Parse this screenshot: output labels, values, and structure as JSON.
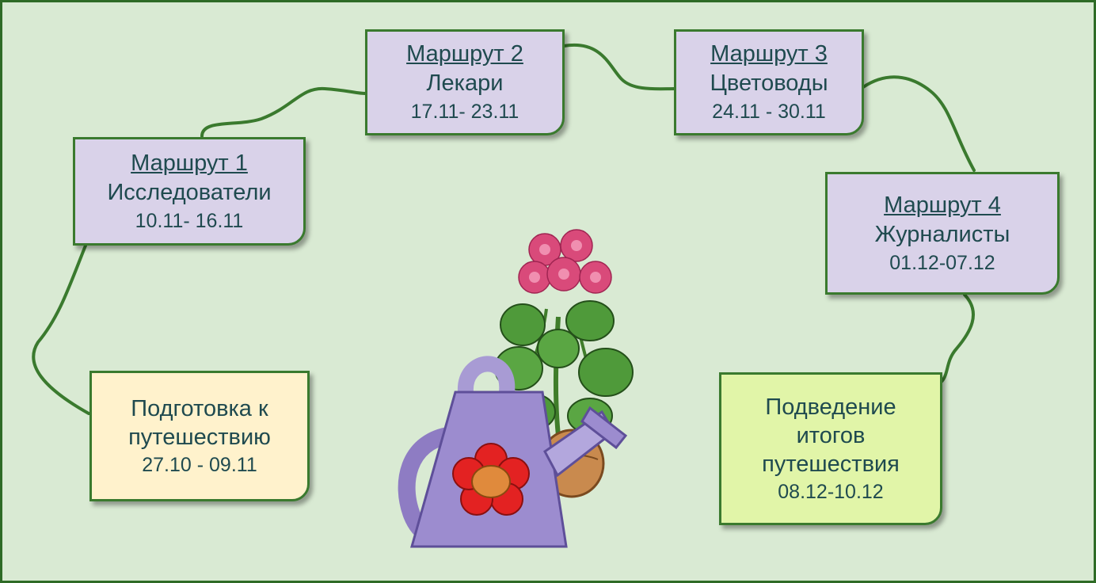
{
  "routes": [
    {
      "title": "Маршрут 1",
      "name": "Исследователи",
      "dates": "10.11- 16.11"
    },
    {
      "title": "Маршрут 2",
      "name": "Лекари",
      "dates": "17.11- 23.11"
    },
    {
      "title": "Маршрут 3",
      "name": "Цветоводы",
      "dates": "24.11 - 30.11"
    },
    {
      "title": "Маршрут 4",
      "name": "Журналисты",
      "dates": "01.12-07.12"
    }
  ],
  "preparation": {
    "line1": "Подготовка к",
    "line2": "путешествию",
    "dates": "27.10 - 09.11"
  },
  "summary": {
    "line1": "Подведение",
    "line2": "итогов",
    "line3": "путешествия",
    "dates": "08.12-10.12"
  },
  "colors": {
    "background": "#d9ead3",
    "frame": "#2e6b26",
    "connector": "#3a7a2e",
    "route_box": "#d9d2e9",
    "preparation_box": "#fff2cc",
    "summary_box": "#e1f5a8",
    "text": "#1f4a4f"
  },
  "illustration": {
    "icons": [
      "geranium-flower-icon",
      "watering-can-icon"
    ]
  }
}
